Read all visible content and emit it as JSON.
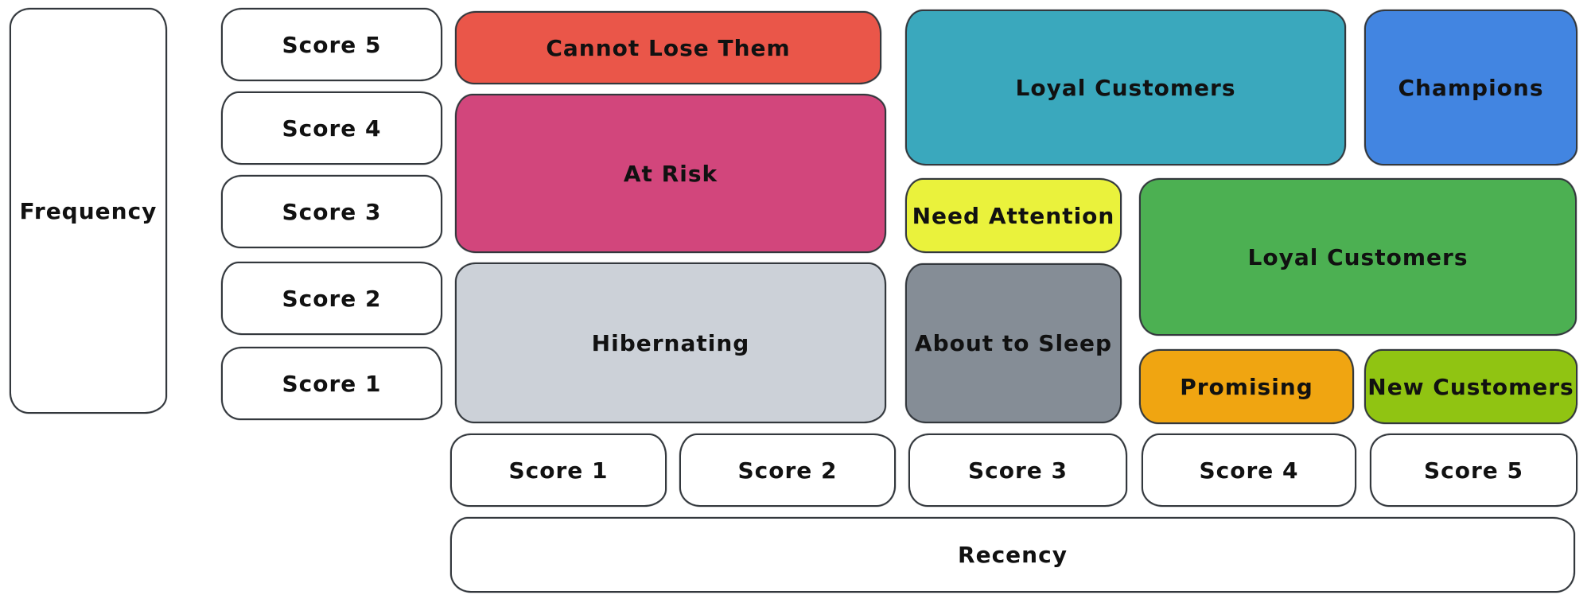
{
  "diagram": {
    "type": "rfm-segmentation-matrix",
    "stroke_color": "#33383d",
    "text_color": "#111111",
    "axis_box_fill": "#ffffff",
    "y_axis": {
      "label": "Frequency",
      "scores": [
        "Score 5",
        "Score 4",
        "Score 3",
        "Score 2",
        "Score 1"
      ]
    },
    "x_axis": {
      "label": "Recency",
      "scores": [
        "Score 1",
        "Score 2",
        "Score 3",
        "Score 4",
        "Score 5"
      ]
    },
    "segments": {
      "cannot_lose_them": {
        "label": "Cannot Lose Them",
        "color": "#ea5649"
      },
      "at_risk": {
        "label": "At Risk",
        "color": "#d2467c"
      },
      "hibernating": {
        "label": "Hibernating",
        "color": "#ccd1d8"
      },
      "loyal_customers_top": {
        "label": "Loyal Customers",
        "color": "#3aa8bd"
      },
      "champions": {
        "label": "Champions",
        "color": "#4285e1"
      },
      "need_attention": {
        "label": "Need Attention",
        "color": "#eaf23c"
      },
      "loyal_customers_mid": {
        "label": "Loyal Customers",
        "color": "#4cb052"
      },
      "about_to_sleep": {
        "label": "About to Sleep",
        "color": "#858d96"
      },
      "promising": {
        "label": "Promising",
        "color": "#f0a511"
      },
      "new_customers": {
        "label": "New Customers",
        "color": "#90c412"
      }
    }
  }
}
